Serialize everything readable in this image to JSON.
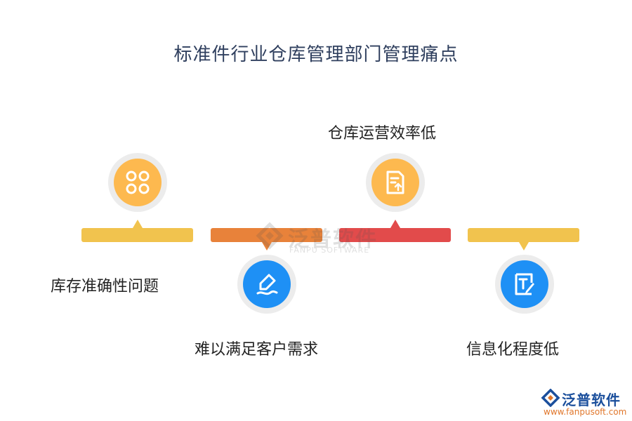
{
  "title": "标准件行业仓库管理部门管理痛点",
  "items": [
    {
      "label": "库存准确性问题",
      "icon": "four-circles-icon",
      "color": "#f1c34e",
      "position": "top"
    },
    {
      "label": "难以满足客户需求",
      "icon": "pen-signature-icon",
      "color": "#e8823a",
      "position": "bottom"
    },
    {
      "label": "仓库运营效率低",
      "icon": "document-upload-icon",
      "color": "#e24b4b",
      "position": "top"
    },
    {
      "label": "信息化程度低",
      "icon": "text-edit-icon",
      "color": "#f1c34e",
      "position": "bottom"
    }
  ],
  "watermark": {
    "cn": "泛普软件",
    "en": "FANPU SOFTWARE"
  },
  "brand": {
    "name": "泛普软件",
    "url": "www.fanpusoft.com"
  },
  "colors": {
    "icon_yellow": "#fdb94f",
    "icon_blue": "#1e90f5",
    "title": "#2f3f5e"
  }
}
